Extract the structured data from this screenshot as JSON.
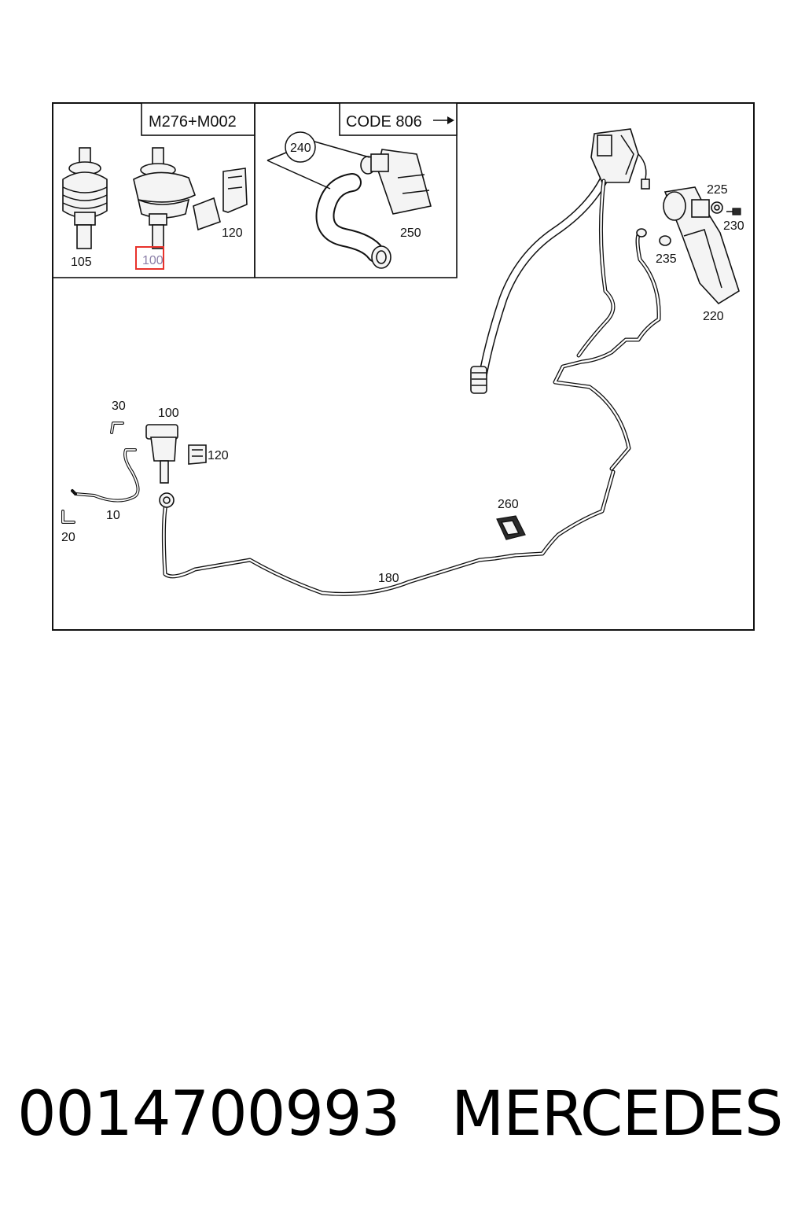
{
  "diagram": {
    "box_label_engine": "M276+M002",
    "box_label_code": "CODE 806",
    "parts": {
      "p105": "105",
      "p100_highlight": "100",
      "p120_inset": "120",
      "p240": "240",
      "p250": "250",
      "p225": "225",
      "p230": "230",
      "p235": "235",
      "p220": "220",
      "p30": "30",
      "p100": "100",
      "p120": "120",
      "p10": "10",
      "p20": "20",
      "p260": "260",
      "p180": "180"
    }
  },
  "footer": {
    "part_number": "0014700993",
    "brand": "MERCEDES"
  },
  "colors": {
    "highlight": "#e8322b",
    "highlight_text": "#8b7fa8",
    "ink": "#111111"
  }
}
